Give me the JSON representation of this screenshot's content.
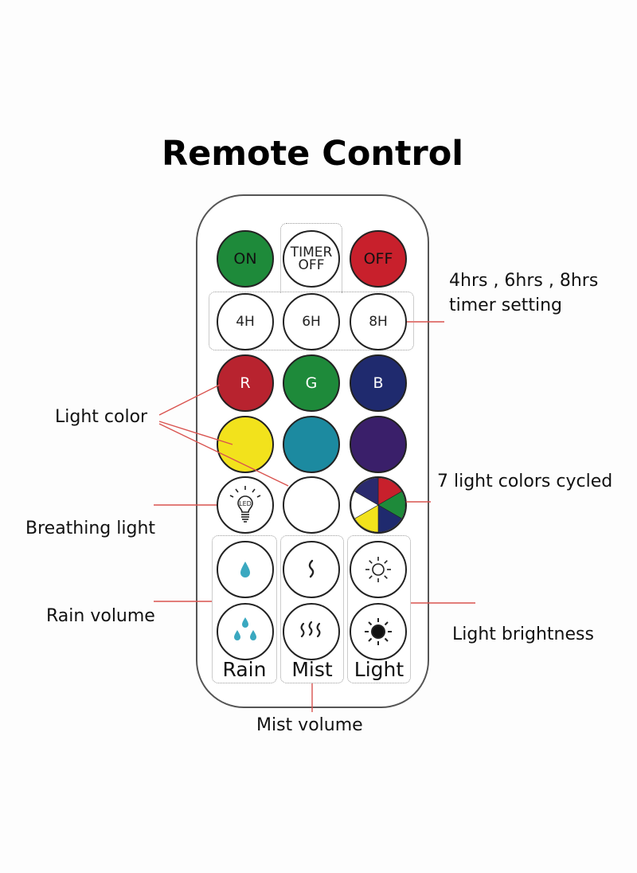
{
  "title": "Remote Control",
  "buttons": {
    "on": {
      "label": "ON",
      "color": "#1e8a3a"
    },
    "timer_off": {
      "line1": "TIMER",
      "line2": "OFF"
    },
    "off": {
      "label": "OFF",
      "color": "#c8202c"
    },
    "h4": {
      "label": "4H"
    },
    "h6": {
      "label": "6H"
    },
    "h8": {
      "label": "8H"
    },
    "red": {
      "label": "R",
      "color": "#b8232f"
    },
    "green": {
      "label": "G",
      "color": "#1e8a3a"
    },
    "blue": {
      "label": "B",
      "color": "#1f2a6e"
    },
    "yellow": {
      "color": "#f2e21c"
    },
    "cyan": {
      "color": "#1c8aa0"
    },
    "purple": {
      "color": "#3a1f6a"
    },
    "breathing": {
      "icon": "led-bulb-icon",
      "icon_text": "LED"
    },
    "white": {
      "color": "#ffffff"
    },
    "cycle": {
      "icon": "color-wheel-icon",
      "colors": [
        "#c8202c",
        "#1e8a3a",
        "#1f2a6e",
        "#f2e21c",
        "#ffffff",
        "#2a2a6e"
      ]
    },
    "rain_low": {
      "icon": "water-drop-icon",
      "color": "#3aa8c0"
    },
    "rain_high": {
      "icon": "water-drops-icon",
      "color": "#3aa8c0"
    },
    "mist_low": {
      "icon": "mist-wave-icon"
    },
    "mist_high": {
      "icon": "mist-waves-icon"
    },
    "light_low": {
      "icon": "sun-outline-icon"
    },
    "light_high": {
      "icon": "sun-filled-icon"
    }
  },
  "column_labels": {
    "rain": "Rain",
    "mist": "Mist",
    "light": "Light"
  },
  "annotations": {
    "timer_line1": "4hrs , 6hrs , 8hrs",
    "timer_line2": "timer setting",
    "light_color": "Light color",
    "cycled": "7 light colors cycled",
    "breathing": "Breathing light",
    "rain_volume": "Rain volume",
    "light_brightness": "Light brightness",
    "mist_volume": "Mist volume"
  },
  "leader_color": "#d9534f"
}
